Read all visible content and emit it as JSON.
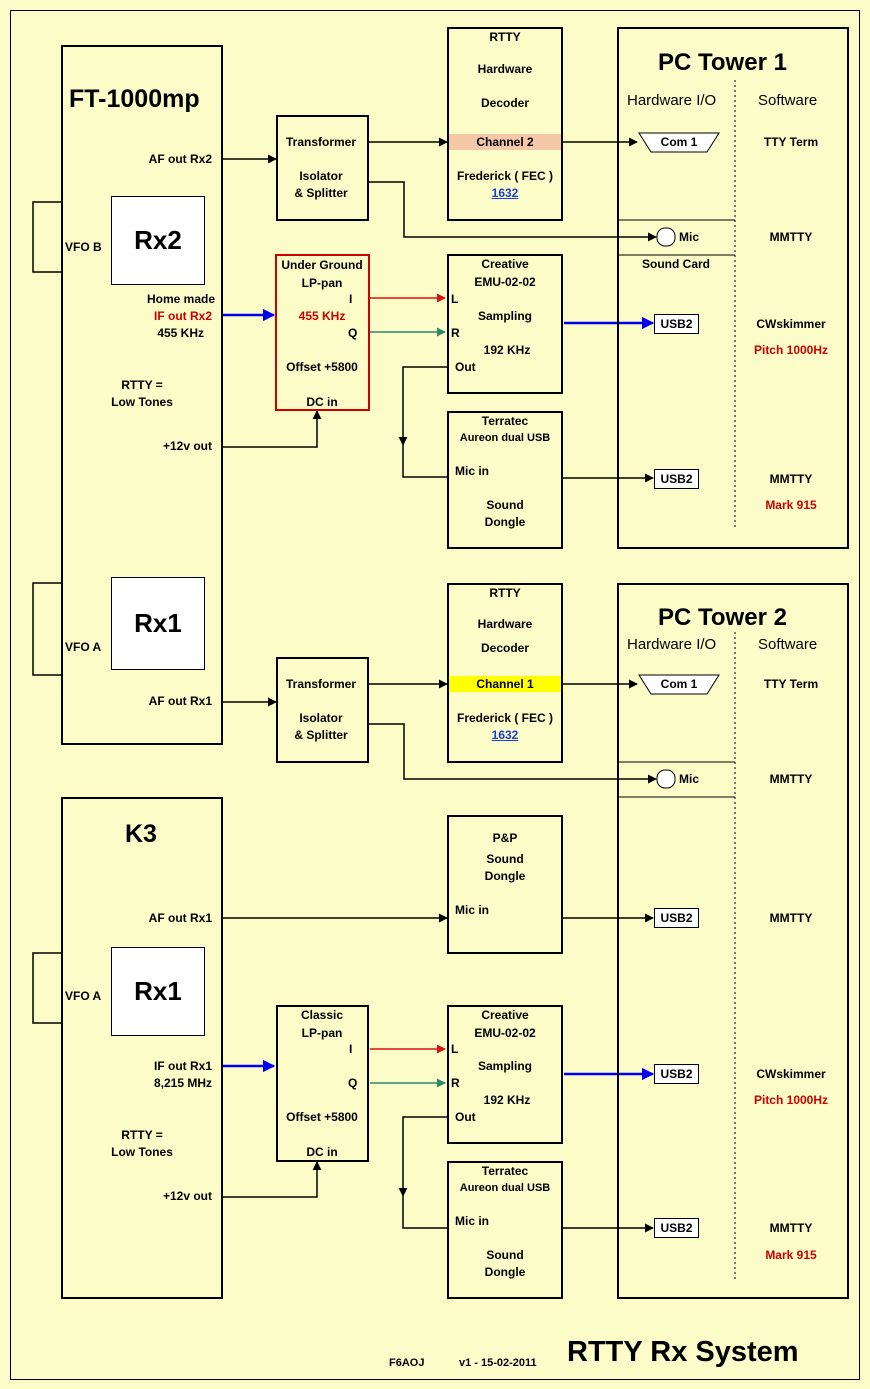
{
  "ft1000": {
    "title": "FT-1000mp",
    "rx2": "Rx2",
    "rx1": "Rx1",
    "vfo_b": "VFO B",
    "vfo_a": "VFO A",
    "af_out_rx2": "AF out  Rx2",
    "home_made": "Home made",
    "if_out_rx2": "IF out Rx2",
    "if_freq": "455 KHz",
    "rtty_eq": "RTTY =",
    "low_tones": "Low Tones",
    "plus12": "+12v out",
    "af_out_rx1": "AF out  Rx1"
  },
  "k3": {
    "title": "K3",
    "rx1": "Rx1",
    "vfo_a": "VFO A",
    "af_out_rx1": "AF out  Rx1",
    "if_out_rx1": "IF out Rx1",
    "if_freq": "8,215 MHz",
    "rtty_eq": "RTTY =",
    "low_tones": "Low Tones",
    "plus12": "+12v out"
  },
  "transformer1": {
    "l1": "Transformer",
    "l2": "Isolator",
    "l3": "& Splitter"
  },
  "transformer2": {
    "l1": "Transformer",
    "l2": "Isolator",
    "l3": "& Splitter"
  },
  "lppan_ug": {
    "l1": "Under Ground",
    "l2": "LP-pan",
    "i": "I",
    "freq": "455 KHz",
    "q": "Q",
    "offset": "Offset +5800",
    "dc": "DC in"
  },
  "lppan_cl": {
    "l1": "Classic",
    "l2": "LP-pan",
    "i": "I",
    "q": "Q",
    "offset": "Offset +5800",
    "dc": "DC in"
  },
  "decoder1": {
    "l1": "RTTY",
    "l2": "Hardware",
    "l3": "Decoder",
    "channel": "Channel 2",
    "fred": "Frederick ( FEC )",
    "model": "1632"
  },
  "decoder2": {
    "l1": "RTTY",
    "l2": "Hardware",
    "l3": "Decoder",
    "channel": "Channel 1",
    "fred": "Frederick ( FEC )",
    "model": "1632"
  },
  "emu1": {
    "l1": "Creative",
    "l2": "EMU-02-02",
    "l": "L",
    "sampling": "Sampling",
    "r": "R",
    "rate": "192 KHz",
    "out": "Out"
  },
  "emu2": {
    "l1": "Creative",
    "l2": "EMU-02-02",
    "l": "L",
    "sampling": "Sampling",
    "r": "R",
    "rate": "192 KHz",
    "out": "Out"
  },
  "terratec1": {
    "l1": "Terratec",
    "l2": "Aureon dual USB",
    "mic": "Mic in",
    "s1": "Sound",
    "s2": "Dongle"
  },
  "terratec2": {
    "l1": "Terratec",
    "l2": "Aureon dual USB",
    "mic": "Mic in",
    "s1": "Sound",
    "s2": "Dongle"
  },
  "pp": {
    "l1": "P&P",
    "l2": "Sound",
    "l3": "Dongle",
    "mic": "Mic in"
  },
  "pc1": {
    "title": "PC Tower 1",
    "hw": "Hardware I/O",
    "sw": "Software",
    "com": "Com 1",
    "tty": "TTY Term",
    "mic": "Mic",
    "mmtty1": "MMTTY",
    "soundcard": "Sound Card",
    "usb_a": "USB2",
    "cwskimmer": "CWskimmer",
    "pitch": "Pitch 1000Hz",
    "usb_b": "USB2",
    "mmtty2": "MMTTY",
    "mark": "Mark 915"
  },
  "pc2": {
    "title": "PC Tower 2",
    "hw": "Hardware I/O",
    "sw": "Software",
    "com": "Com 1",
    "tty": "TTY Term",
    "mic": "Mic",
    "mmtty1": "MMTTY",
    "usb_a": "USB2",
    "mmtty2": "MMTTY",
    "usb_b": "USB2",
    "cwskimmer": "CWskimmer",
    "pitch": "Pitch 1000Hz",
    "usb_c": "USB2",
    "mmtty3": "MMTTY",
    "mark": "Mark 915"
  },
  "footer": {
    "author": "F6AOJ",
    "version": "v1 - 15-02-2011",
    "title": "RTTY Rx System"
  },
  "colors": {
    "background": "#fcfcc8",
    "blue_arrow": "#0000ee",
    "red_arrow": "#dd1111",
    "green_arrow": "#2a8a6a",
    "channel2": "#f5c8a8",
    "channel1": "#ffff00",
    "accent_red": "#cc0000"
  }
}
